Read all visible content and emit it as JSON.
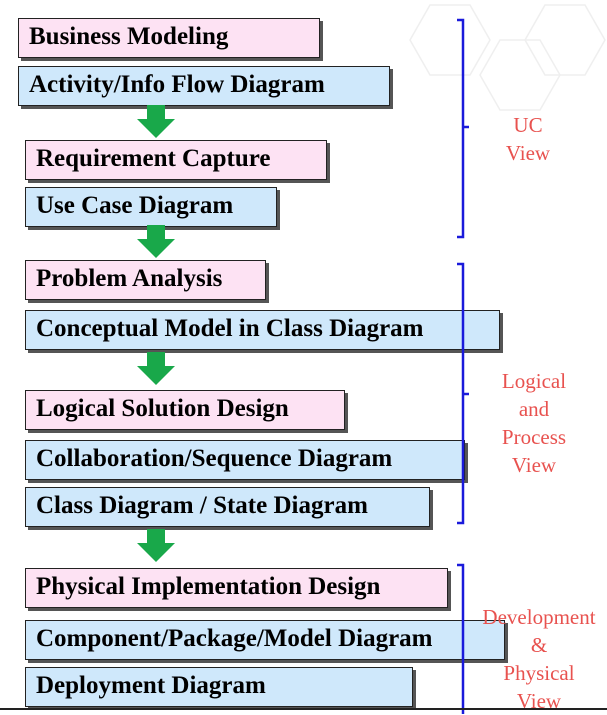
{
  "diagram": {
    "sections": [
      {
        "view_label": [
          "UC",
          "View"
        ],
        "phase": "Business Modeling",
        "artifacts": [
          "Activity/Info Flow Diagram"
        ]
      },
      {
        "phase": "Requirement Capture",
        "artifacts": [
          "Use Case Diagram"
        ]
      },
      {
        "view_label": [
          "Logical",
          "and",
          "Process",
          "View"
        ],
        "phase": "Problem Analysis",
        "artifacts": [
          "Conceptual Model in Class Diagram"
        ]
      },
      {
        "phase": "Logical Solution Design",
        "artifacts": [
          "Collaboration/Sequence Diagram",
          "Class Diagram / State Diagram"
        ]
      },
      {
        "view_label": [
          "Development",
          "&",
          "Physical",
          "View"
        ],
        "phase": "Physical Implementation Design",
        "artifacts": [
          "Component/Package/Model Diagram",
          "Deployment Diagram"
        ]
      }
    ],
    "colors": {
      "phase_box": "#fde2f3",
      "artifact_box": "#cfe8fb",
      "arrow": "#19a84a",
      "brace": "#1a1adb",
      "view_label": "#e8524f"
    }
  }
}
